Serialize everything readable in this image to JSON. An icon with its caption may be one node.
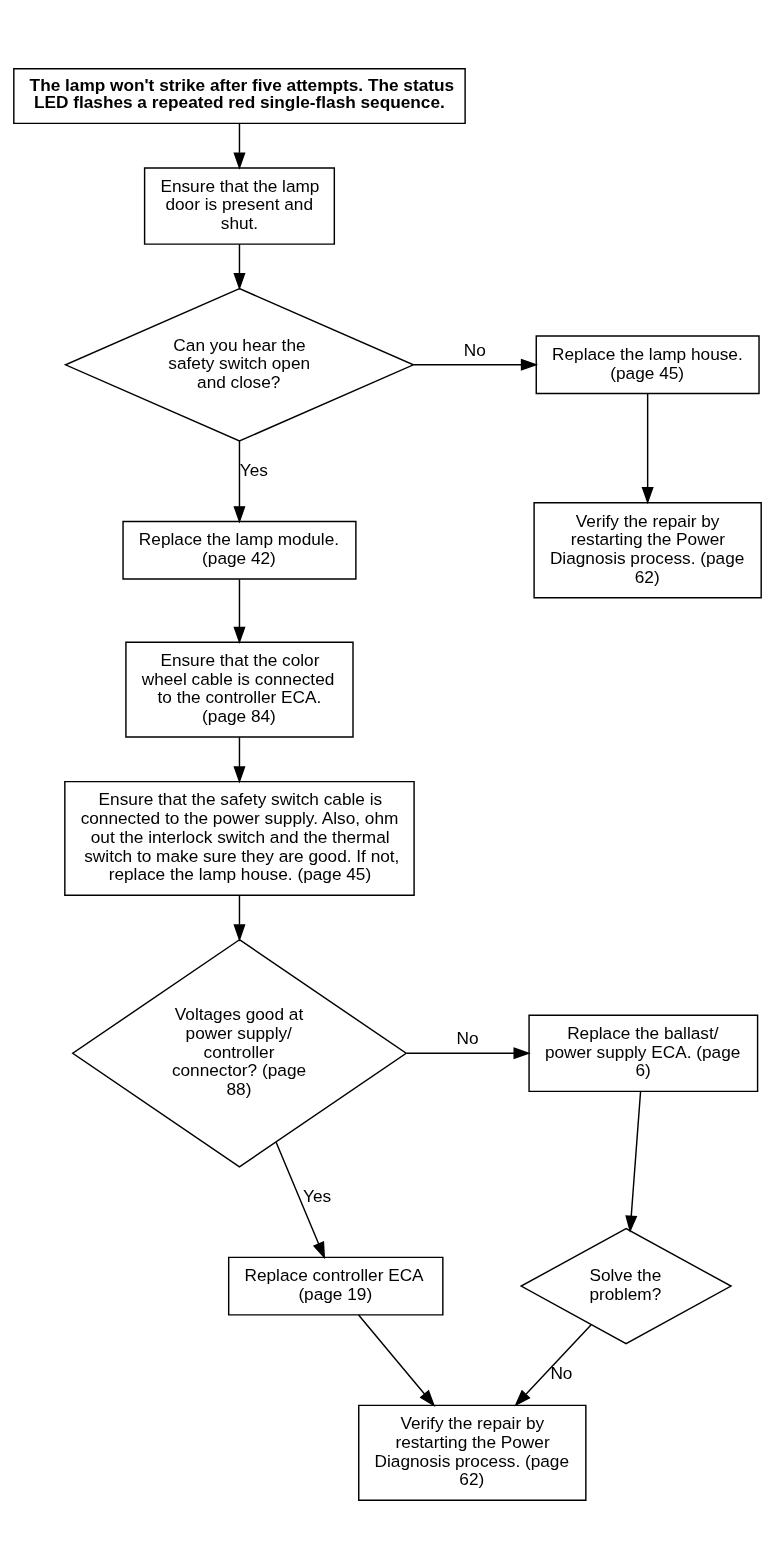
{
  "diagram": {
    "nodes": [
      {
        "text": [
          "The lamp won't strike after five attempts. The status LED flashes a repeated red single-flash sequence."
        ]
      },
      {
        "text": [
          "Ensure that the lamp door is present and shut."
        ]
      },
      {
        "text": [
          "Can you hear the safety switch open and close?"
        ]
      },
      {
        "text": [
          "Replace the lamp house. (page 45)"
        ]
      },
      {
        "text": [
          "Verify the repair by restarting the Power Diagnosis process. (page 62)"
        ]
      },
      {
        "text": [
          "Replace the lamp module. (page 42)"
        ]
      },
      {
        "text": [
          "Ensure that the color wheel cable is connected to the controller ECA. (page 84)"
        ]
      },
      {
        "text": [
          "Ensure that the safety switch cable is connected to the power supply. Also, ohm out the interlock switch and the thermal switch to make sure they are good. If not, replace the lamp house. (page 45)"
        ]
      },
      {
        "text": [
          "Voltages good at power supply/ controller connector? (page 88)"
        ]
      },
      {
        "text": [
          "Replace the ballast/ power supply ECA. (page 6)"
        ]
      },
      {
        "text": [
          "Solve the problem?"
        ]
      },
      {
        "text": [
          "Replace controller ECA (page 19)"
        ]
      },
      {
        "text": [
          "Verify the repair by restarting the Power Diagnosis process. (page 62)"
        ]
      }
    ],
    "edges": [
      {
        "from": 0,
        "to": 1,
        "arrow": "to"
      },
      {
        "from": 1,
        "to": 2,
        "arrow": "to"
      },
      {
        "from": 2,
        "to": 3,
        "arrow": "to",
        "label": "No"
      },
      {
        "from": 3,
        "to": 4,
        "arrow": "to"
      },
      {
        "from": 2,
        "to": 5,
        "arrow": "to",
        "label": "Yes"
      },
      {
        "from": 5,
        "to": 6,
        "arrow": "to"
      },
      {
        "from": 6,
        "to": 7,
        "arrow": "to"
      },
      {
        "from": 7,
        "to": 8,
        "arrow": "to"
      },
      {
        "from": 8,
        "to": 9,
        "arrow": "to",
        "label": "No"
      },
      {
        "from": 9,
        "to": 10,
        "arrow": "to"
      },
      {
        "from": 8,
        "to": 11,
        "arrow": "to",
        "label": "Yes"
      },
      {
        "from": 10,
        "to": 12,
        "arrow": "to",
        "label": "No"
      },
      {
        "from": 11,
        "to": 12,
        "arrow": "to"
      }
    ]
  }
}
